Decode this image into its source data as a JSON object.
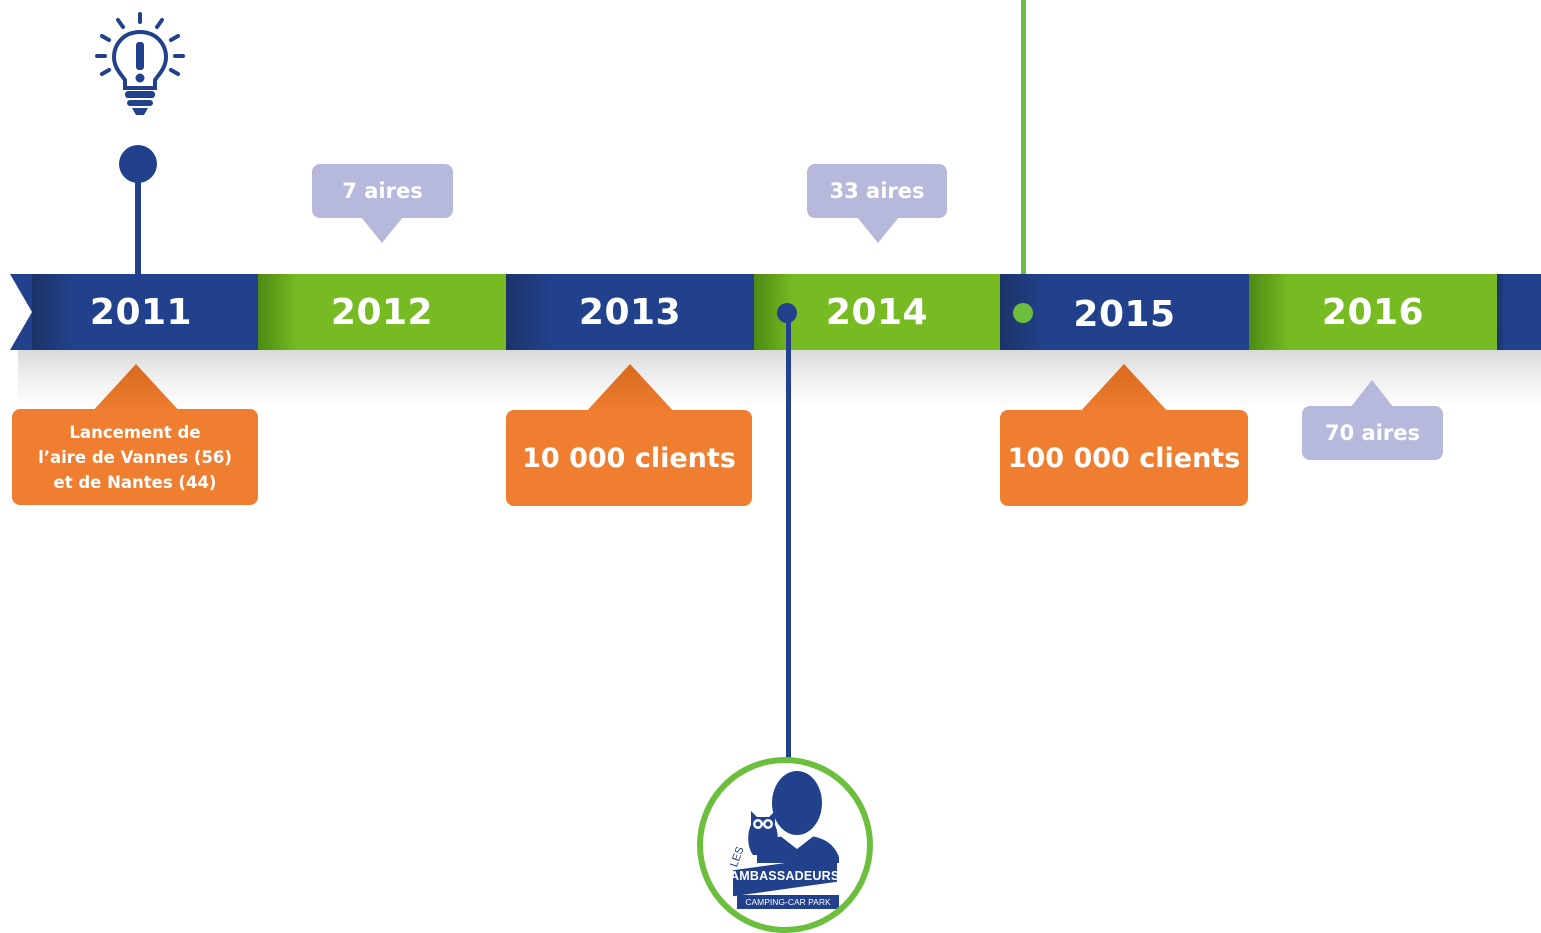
{
  "timeline": {
    "years": [
      {
        "label": "2011",
        "color": "#22418c"
      },
      {
        "label": "2012",
        "color": "#77bb22"
      },
      {
        "label": "2013",
        "color": "#22418c"
      },
      {
        "label": "2014",
        "color": "#77bb22"
      },
      {
        "label": "2015",
        "color": "#22418c"
      },
      {
        "label": "2016",
        "color": "#77bb22"
      }
    ]
  },
  "callouts_above": [
    {
      "text": "7 aires"
    },
    {
      "text": "33 aires"
    }
  ],
  "callouts_below": [
    {
      "lines": [
        "Lancement de",
        "l’aire de Vannes (56)",
        "et de Nantes (44)"
      ]
    },
    {
      "text": "10 000 clients"
    },
    {
      "text": "100 000 clients"
    },
    {
      "text": "70 aires"
    }
  ],
  "badge": {
    "top_text": "LES",
    "banner_text": "AMBASSADEURS",
    "bottom_text": "CAMPING-CAR PARK"
  },
  "icons": [
    "lightbulb-icon",
    "ambassador-person-icon",
    "owl-icon"
  ],
  "colors": {
    "blue": "#22418c",
    "green": "#77bb22",
    "orange": "#ef7e30",
    "lavender": "#b7b9dc"
  }
}
